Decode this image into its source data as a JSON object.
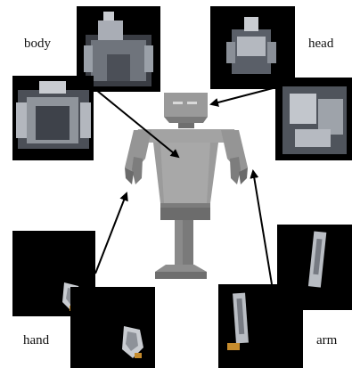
{
  "labels": {
    "body": "body",
    "head": "head",
    "hand": "hand",
    "arm": "arm"
  },
  "colors": {
    "background": "#ffffff",
    "photo_background": "#000000",
    "robot_light": "#a8a8a8",
    "robot_mid": "#8a8a8a",
    "robot_dark": "#6a6a6a",
    "arrow": "#000000"
  }
}
